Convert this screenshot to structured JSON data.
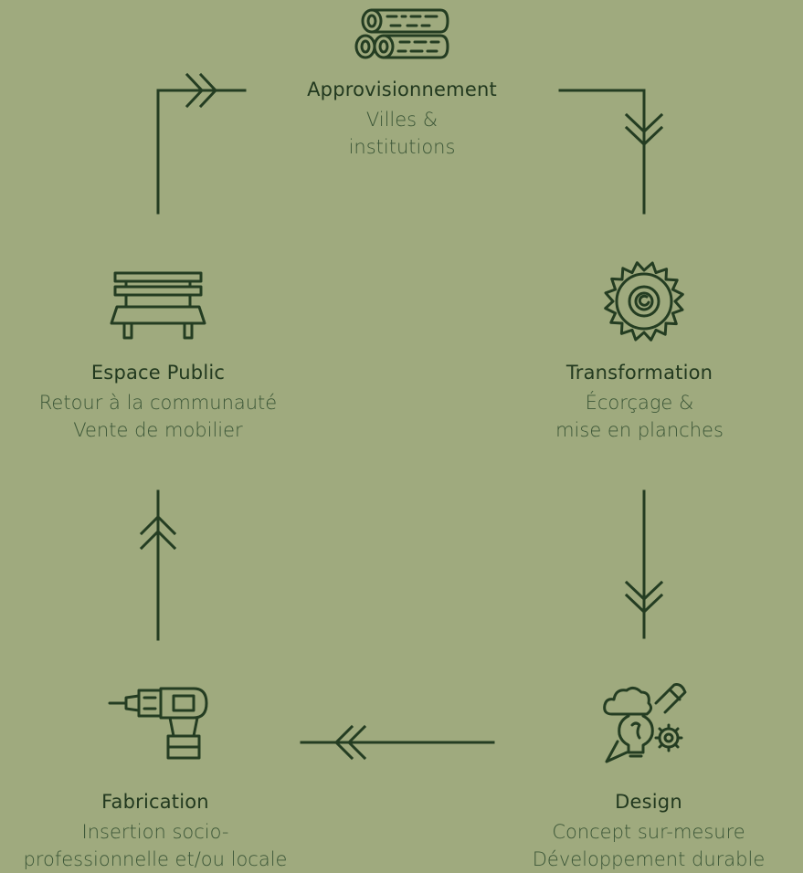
{
  "nodes": {
    "approvisionnement": {
      "title": "Approvisionnement",
      "lines": [
        "Villes &",
        "institutions"
      ],
      "icon": "logs-icon"
    },
    "transformation": {
      "title": "Transformation",
      "lines": [
        "Écorçage &",
        "mise en planches"
      ],
      "icon": "saw-blade-icon"
    },
    "design": {
      "title": "Design",
      "lines": [
        "Concept sur-mesure",
        "Développement durable"
      ],
      "icon": "design-idea-icon"
    },
    "fabrication": {
      "title": "Fabrication",
      "lines": [
        "Insertion socio-",
        "professionnelle et/ou locale"
      ],
      "icon": "drill-icon"
    },
    "espace_public": {
      "title": "Espace Public",
      "lines": [
        "Retour à la communauté",
        "Vente de mobilier"
      ],
      "icon": "bench-icon"
    }
  },
  "colors": {
    "background": "#9faa7e",
    "ink": "#243d22"
  }
}
